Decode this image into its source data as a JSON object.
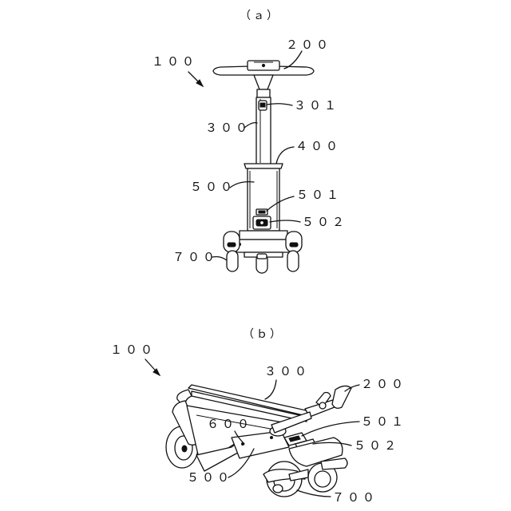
{
  "figure_a": {
    "caption": "（ａ）",
    "labels": {
      "device": "１００",
      "handle": "２００",
      "lock": "３０１",
      "pole": "３００",
      "collar": "４００",
      "body": "５００",
      "switch": "５０１",
      "port": "５０２",
      "wheels": "７００"
    }
  },
  "figure_b": {
    "caption": "（ｂ）",
    "labels": {
      "device": "１００",
      "pole": "３００",
      "handle": "２００",
      "deck": "６００",
      "switch": "５０１",
      "port": "５０２",
      "body": "５００",
      "wheels": "７００"
    }
  }
}
